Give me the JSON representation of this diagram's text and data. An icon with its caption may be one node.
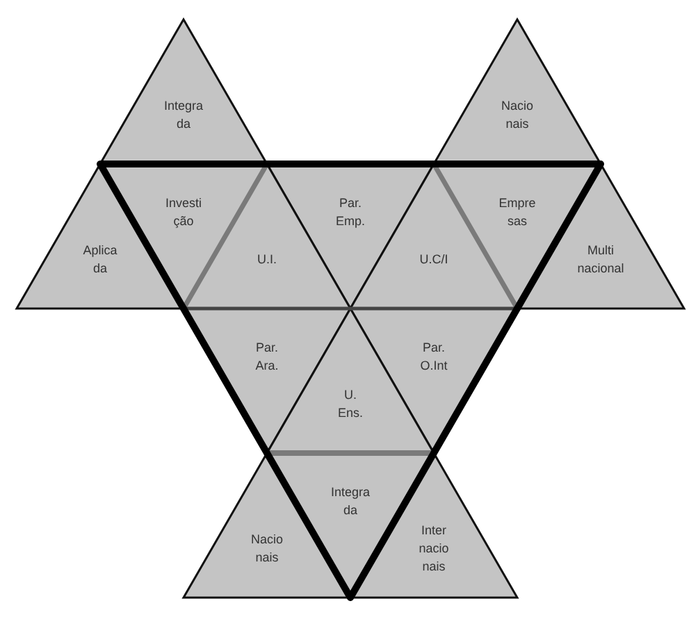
{
  "diagram": {
    "nodes": [
      {
        "text": [
          "Integra da"
        ]
      },
      {
        "text": [
          "Nacio nais"
        ]
      },
      {
        "text": [
          "Investi ção"
        ]
      },
      {
        "text": [
          "Par. Emp."
        ]
      },
      {
        "text": [
          "Empre sas"
        ]
      },
      {
        "text": [
          "Aplica da"
        ]
      },
      {
        "text": [
          "U.I."
        ]
      },
      {
        "text": [
          "U.C/I"
        ]
      },
      {
        "text": [
          "Multi nacional"
        ]
      },
      {
        "text": [
          "Par. Ara."
        ]
      },
      {
        "text": [
          "Par. O.Int"
        ]
      },
      {
        "text": [
          "U. Ens."
        ]
      },
      {
        "text": [
          "Integra da"
        ]
      },
      {
        "text": [
          "Nacio nais"
        ]
      },
      {
        "text": [
          "Inter nacio nais"
        ]
      }
    ]
  }
}
